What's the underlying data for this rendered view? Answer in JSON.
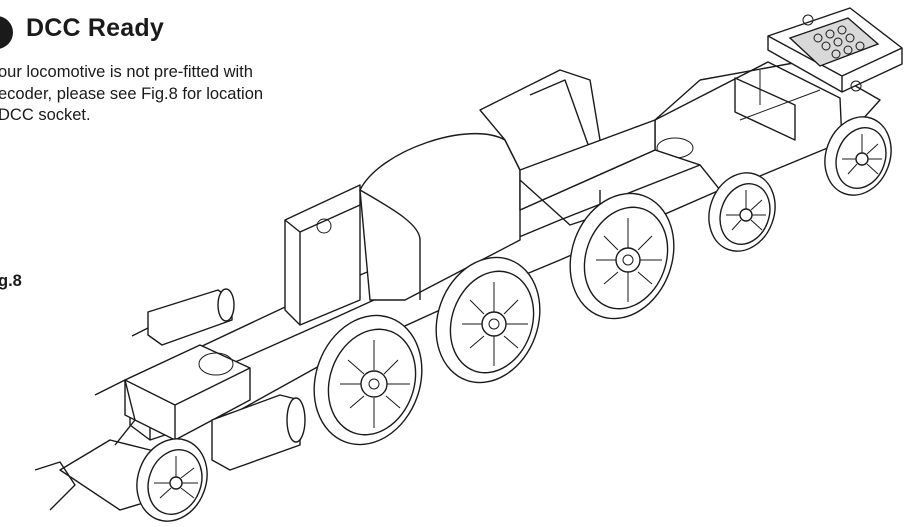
{
  "section": {
    "heading": "DCC Ready",
    "body_lines": [
      "our locomotive is not pre-fitted with",
      "ecoder, please see Fig.8 for location",
      "DCC socket."
    ]
  },
  "figure": {
    "label": "g.8"
  }
}
